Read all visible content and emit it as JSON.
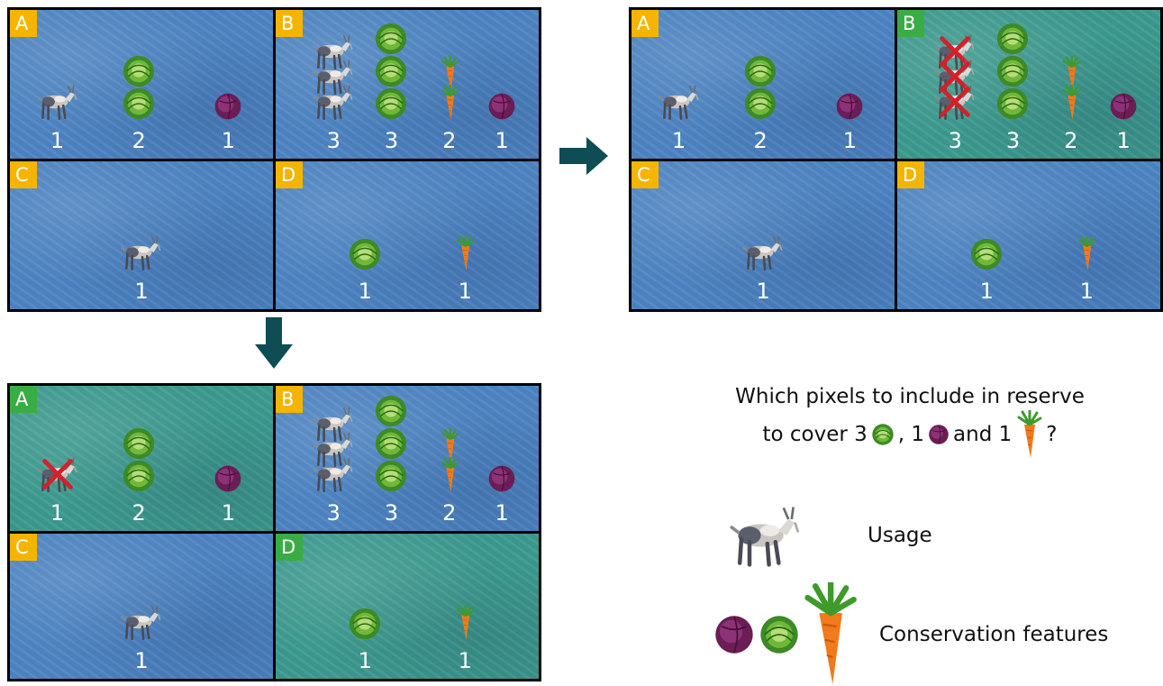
{
  "top_left_grid": {
    "cells": [
      {
        "label": "A",
        "label_color": "#f5b400",
        "selected": false,
        "columns": [
          {
            "icon": "goat-icon",
            "stack": 1,
            "count": "1"
          },
          {
            "icon": "green-cabbage-icon",
            "stack": 2,
            "count": "2"
          },
          {
            "icon": "red-cabbage-icon",
            "stack": 1,
            "count": "1"
          }
        ]
      },
      {
        "label": "B",
        "label_color": "#f5b400",
        "selected": false,
        "columns": [
          {
            "icon": "goat-icon",
            "stack": 3,
            "count": "3"
          },
          {
            "icon": "green-cabbage-icon",
            "stack": 3,
            "count": "3"
          },
          {
            "icon": "carrot-icon",
            "stack": 2,
            "count": "2"
          },
          {
            "icon": "red-cabbage-icon",
            "stack": 1,
            "count": "1"
          }
        ]
      },
      {
        "label": "C",
        "label_color": "#f5b400",
        "selected": false,
        "columns": [
          {
            "icon": "goat-icon",
            "stack": 1,
            "count": "1"
          }
        ]
      },
      {
        "label": "D",
        "label_color": "#f5b400",
        "selected": false,
        "columns": [
          {
            "icon": "green-cabbage-icon",
            "stack": 1,
            "count": "1"
          },
          {
            "icon": "carrot-icon",
            "stack": 1,
            "count": "1"
          }
        ]
      }
    ]
  },
  "top_right_grid": {
    "cells": [
      {
        "label": "A",
        "label_color": "#f5b400",
        "selected": false,
        "columns": [
          {
            "icon": "goat-icon",
            "stack": 1,
            "count": "1"
          },
          {
            "icon": "green-cabbage-icon",
            "stack": 2,
            "count": "2"
          },
          {
            "icon": "red-cabbage-icon",
            "stack": 1,
            "count": "1"
          }
        ]
      },
      {
        "label": "B",
        "label_color": "#3aac45",
        "selected": true,
        "columns": [
          {
            "icon": "goat-icon",
            "stack": 3,
            "count": "3",
            "crossed": true
          },
          {
            "icon": "green-cabbage-icon",
            "stack": 3,
            "count": "3"
          },
          {
            "icon": "carrot-icon",
            "stack": 2,
            "count": "2"
          },
          {
            "icon": "red-cabbage-icon",
            "stack": 1,
            "count": "1"
          }
        ]
      },
      {
        "label": "C",
        "label_color": "#f5b400",
        "selected": false,
        "columns": [
          {
            "icon": "goat-icon",
            "stack": 1,
            "count": "1"
          }
        ]
      },
      {
        "label": "D",
        "label_color": "#f5b400",
        "selected": false,
        "columns": [
          {
            "icon": "green-cabbage-icon",
            "stack": 1,
            "count": "1"
          },
          {
            "icon": "carrot-icon",
            "stack": 1,
            "count": "1"
          }
        ]
      }
    ]
  },
  "bottom_grid": {
    "cells": [
      {
        "label": "A",
        "label_color": "#3aac45",
        "selected": true,
        "columns": [
          {
            "icon": "goat-icon",
            "stack": 1,
            "count": "1",
            "crossed": true
          },
          {
            "icon": "green-cabbage-icon",
            "stack": 2,
            "count": "2"
          },
          {
            "icon": "red-cabbage-icon",
            "stack": 1,
            "count": "1"
          }
        ]
      },
      {
        "label": "B",
        "label_color": "#f5b400",
        "selected": false,
        "columns": [
          {
            "icon": "goat-icon",
            "stack": 3,
            "count": "3"
          },
          {
            "icon": "green-cabbage-icon",
            "stack": 3,
            "count": "3"
          },
          {
            "icon": "carrot-icon",
            "stack": 2,
            "count": "2"
          },
          {
            "icon": "red-cabbage-icon",
            "stack": 1,
            "count": "1"
          }
        ]
      },
      {
        "label": "C",
        "label_color": "#f5b400",
        "selected": false,
        "columns": [
          {
            "icon": "goat-icon",
            "stack": 1,
            "count": "1"
          }
        ]
      },
      {
        "label": "D",
        "label_color": "#3aac45",
        "selected": true,
        "columns": [
          {
            "icon": "green-cabbage-icon",
            "stack": 1,
            "count": "1"
          },
          {
            "icon": "carrot-icon",
            "stack": 1,
            "count": "1"
          }
        ]
      }
    ]
  },
  "arrows": {
    "color": "#0f4d55",
    "right": "arrow-right-icon",
    "down": "arrow-down-icon"
  },
  "question": {
    "line1": "Which pixels to include in reserve",
    "line2_prefix": "to cover 3",
    "line2_sep1": ", 1",
    "line2_sep2": " and 1",
    "line2_suffix": "?"
  },
  "legend": {
    "usage_label": "Usage",
    "conservation_label": "Conservation features"
  },
  "colors": {
    "cell_blue": "#4c84c2",
    "cell_green": "#3c9a8e",
    "label_yellow": "#f5b400",
    "label_green": "#3aac45",
    "cross_red": "#d4202a"
  }
}
